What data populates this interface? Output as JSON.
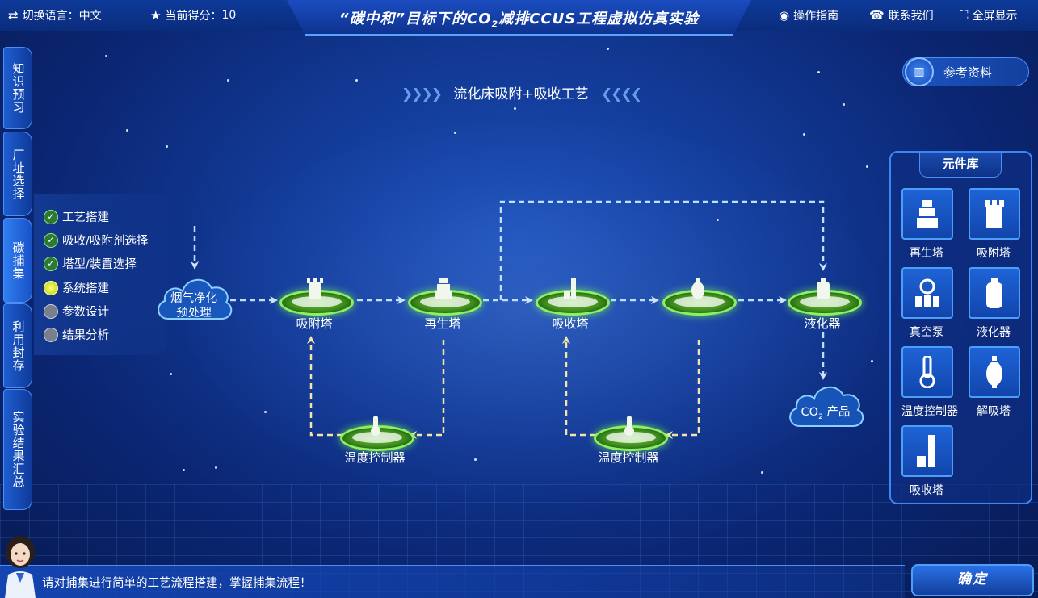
{
  "header": {
    "language_label": "切换语言：中文",
    "score_label": "当前得分：",
    "score_value": "10",
    "title_part1": "“碳中和”目标下的CO",
    "title_sub": "2",
    "title_part2": "减排CCUS工程虚拟仿真实验",
    "guide_label": "操作指南",
    "contact_label": "联系我们",
    "fullscreen_label": "全屏显示"
  },
  "left_tabs": [
    {
      "label": "知识预习"
    },
    {
      "label": "厂址选择"
    },
    {
      "label": "碳捕集"
    },
    {
      "label": "利用封存"
    },
    {
      "label": "实验结果汇总"
    }
  ],
  "steps": [
    {
      "label": "工艺搭建",
      "state": "done"
    },
    {
      "label": "吸收/吸附剂选择",
      "state": "done"
    },
    {
      "label": "塔型/装置选择",
      "state": "done"
    },
    {
      "label": "系统搭建",
      "state": "current"
    },
    {
      "label": "参数设计",
      "state": "pending"
    },
    {
      "label": "结果分析",
      "state": "pending"
    }
  ],
  "process": {
    "title": "流化床吸附+吸收工艺",
    "reference_label": "参考资料"
  },
  "flow": {
    "pretreatment": "烟气净化\n预处理",
    "adsorber": "吸附塔",
    "regenerator": "再生塔",
    "absorber": "吸收塔",
    "desorber": "",
    "liquefier": "液化器",
    "temp_ctrl_1": "温度控制器",
    "temp_ctrl_2": "温度控制器",
    "product_prefix": "CO",
    "product_sub": "2",
    "product_suffix": " 产品"
  },
  "library": {
    "title": "元件库",
    "items": [
      {
        "label": "再生塔",
        "icon": "regenerator-icon"
      },
      {
        "label": "吸附塔",
        "icon": "adsorber-icon"
      },
      {
        "label": "真空泵",
        "icon": "vacuum-pump-icon"
      },
      {
        "label": "液化器",
        "icon": "liquefier-icon"
      },
      {
        "label": "温度控制器",
        "icon": "thermometer-icon"
      },
      {
        "label": "解吸塔",
        "icon": "desorber-icon"
      },
      {
        "label": "吸收塔",
        "icon": "absorber-icon"
      }
    ]
  },
  "footer": {
    "hint": "请对捕集进行简单的工艺流程搭建，掌握捕集流程！",
    "confirm_label": "确定"
  },
  "colors": {
    "accent": "#4c9ff8",
    "arrow": "#bfe0ff",
    "return_arrow": "#f5e3a8",
    "pad_green": "#6bc53a"
  }
}
